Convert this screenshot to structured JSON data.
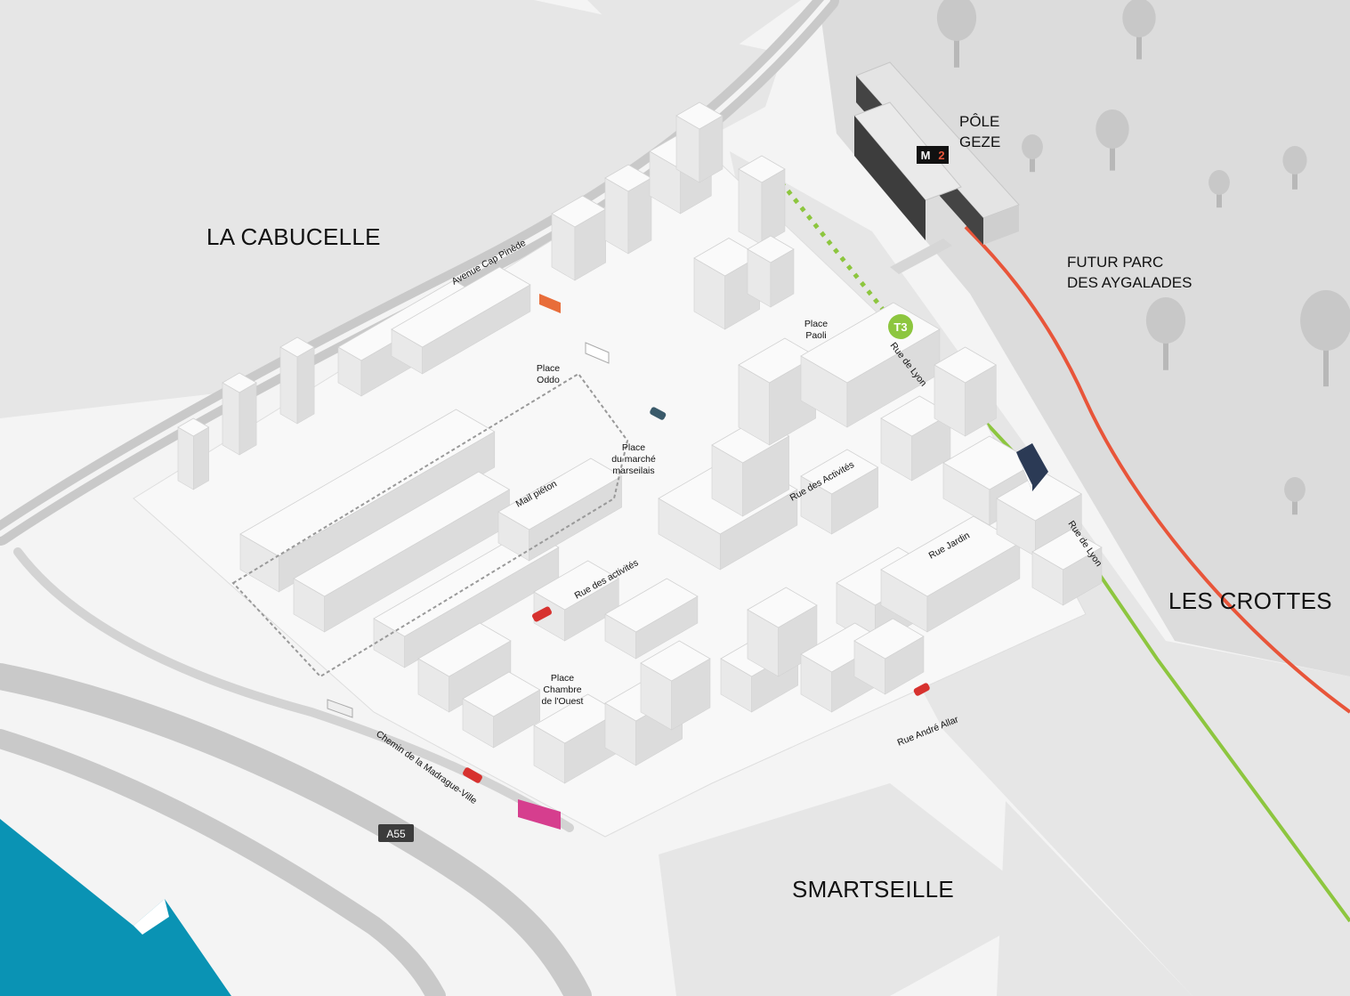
{
  "districts": {
    "la_cabucelle": "LA CABUCELLE",
    "les_crottes": "LES CROTTES",
    "smartseille": "SMARTSEILLE",
    "futur_parc_line1": "FUTUR PARC",
    "futur_parc_line2": "DES AYGALADES"
  },
  "pole": {
    "line1": "PÔLE",
    "line2": "GEZE"
  },
  "metro": {
    "letter": "M",
    "number": "2",
    "line_color": "#e8553a"
  },
  "tram": {
    "label": "T3",
    "line_color": "#8dc63f"
  },
  "motorway": {
    "label": "A55"
  },
  "places": {
    "oddo_1": "Place",
    "oddo_2": "Oddo",
    "paoli_1": "Place",
    "paoli_2": "Paoli",
    "marche_1": "Place",
    "marche_2": "du marché",
    "marche_3": "marseilais",
    "chambre_1": "Place",
    "chambre_2": "Chambre",
    "chambre_3": "de l'Ouest"
  },
  "streets": {
    "avenue_cap_pinede": "Avenue Cap Pinède",
    "rue_de_lyon_1": "Rue de Lyon",
    "rue_de_lyon_2": "Rue de Lyon",
    "rue_des_activites_upper": "Rue des Activités",
    "rue_des_activites_lower": "Rue des activités",
    "mail_pieton": "Mail piéton",
    "rue_jardin": "Rue Jardin",
    "rue_andre_allar": "Rue André Allar",
    "chemin_madrague": "Chemin de la Madrague-Ville"
  },
  "colors": {
    "water": "#0a93b4",
    "road": "#c9c9c9",
    "park": "#dcdcdc",
    "ground": "#f4f4f4"
  }
}
